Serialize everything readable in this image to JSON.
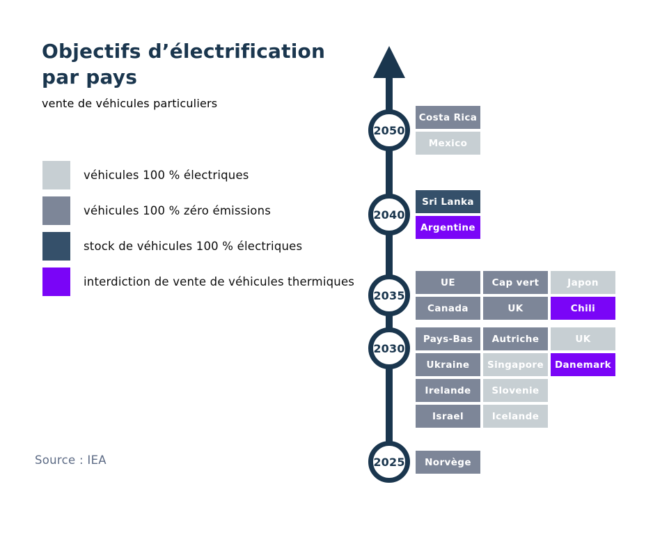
{
  "header": {
    "title_line1": "Objectifs d’électrification",
    "title_line2": "par pays",
    "subtitle": "vente de véhicules particuliers"
  },
  "legend": {
    "items": [
      {
        "category": "electric",
        "color": "#c7cfd3",
        "label": "véhicules 100 % électriques"
      },
      {
        "category": "zero",
        "color": "#7d8698",
        "label": "véhicules 100 % zéro émissions"
      },
      {
        "category": "stock",
        "color": "#35506a",
        "label": "stock de véhicules 100 % électriques"
      },
      {
        "category": "ban",
        "color": "#7a05f7",
        "label": "interdiction de vente de véhicules thermiques"
      }
    ]
  },
  "timeline": {
    "direction": "up",
    "axis_color": "#1a364e",
    "years": [
      {
        "year": "2050",
        "rows": [
          [
            {
              "label": "Costa Rica",
              "category": "zero"
            }
          ],
          [
            {
              "label": "Mexico",
              "category": "electric"
            }
          ]
        ]
      },
      {
        "year": "2040",
        "rows": [
          [
            {
              "label": "Sri Lanka",
              "category": "stock"
            }
          ],
          [
            {
              "label": "Argentine",
              "category": "ban"
            }
          ]
        ]
      },
      {
        "year": "2035",
        "rows": [
          [
            {
              "label": "UE",
              "category": "zero"
            },
            {
              "label": "Cap vert",
              "category": "zero"
            },
            {
              "label": "Japon",
              "category": "electric"
            }
          ],
          [
            {
              "label": "Canada",
              "category": "zero"
            },
            {
              "label": "UK",
              "category": "zero"
            },
            {
              "label": "Chili",
              "category": "ban"
            }
          ]
        ]
      },
      {
        "year": "2030",
        "rows": [
          [
            {
              "label": "Pays-Bas",
              "category": "zero"
            },
            {
              "label": "Autriche",
              "category": "zero"
            },
            {
              "label": "UK",
              "category": "electric"
            }
          ],
          [
            {
              "label": "Ukraine",
              "category": "zero"
            },
            {
              "label": "Singapore",
              "category": "electric"
            },
            {
              "label": "Danemark",
              "category": "ban"
            }
          ],
          [
            {
              "label": "Irelande",
              "category": "zero"
            },
            {
              "label": "Slovenie",
              "category": "electric"
            }
          ],
          [
            {
              "label": "Israel",
              "category": "zero"
            },
            {
              "label": "Icelande",
              "category": "electric"
            }
          ]
        ]
      },
      {
        "year": "2025",
        "rows": [
          [
            {
              "label": "Norvège",
              "category": "zero"
            }
          ]
        ]
      }
    ]
  },
  "source": {
    "label": "Source : IEA"
  }
}
